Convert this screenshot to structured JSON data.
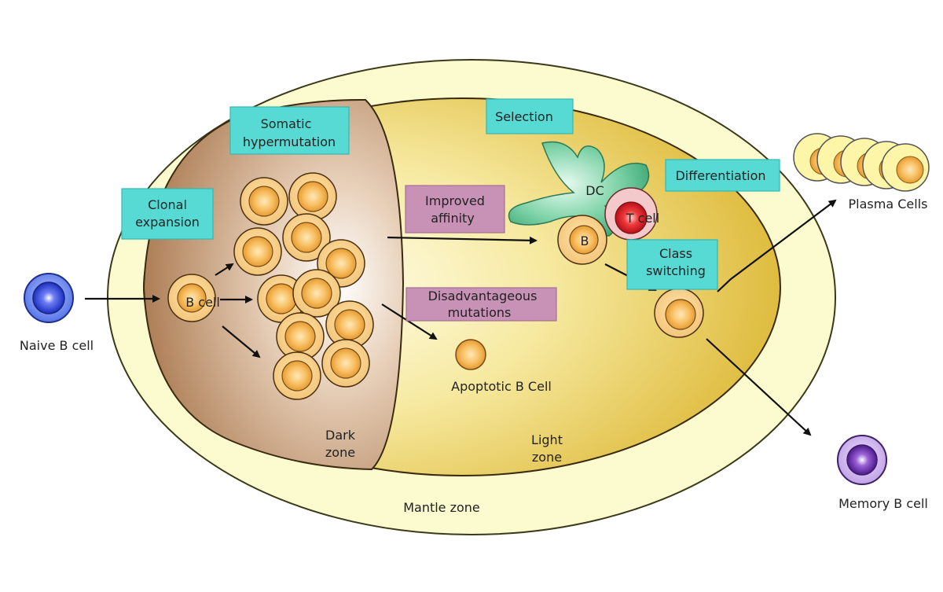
{
  "labels": {
    "naive_b_cell": "Naive B cell",
    "b_cell": "B cell",
    "dark_zone": [
      "Dark",
      "zone"
    ],
    "light_zone": [
      "Light",
      "zone"
    ],
    "mantle_zone": "Mantle zone",
    "apoptotic_b_cell": "Apoptotic B Cell",
    "plasma_cells": "Plasma Cells",
    "memory_b_cell": "Memory B cell",
    "dc": "DC",
    "t_cell": "T cell",
    "b": "B"
  },
  "boxes": {
    "clonal_expansion": [
      "Clonal",
      "expansion"
    ],
    "somatic_hypermutation": [
      "Somatic",
      "hypermutation"
    ],
    "selection": "Selection",
    "differentiation": "Differentiation",
    "class_switching": [
      "Class",
      "switching"
    ],
    "improved_affinity": [
      "Improved",
      "affinity"
    ],
    "disadvantageous_mutations": [
      "Disadvantageous",
      "mutations"
    ]
  },
  "colors": {
    "mantle": "#fbfbcf",
    "light_zone": "#e8c84a",
    "dark_zone": "#b8875e",
    "b_cell": "#f7b95b",
    "naive_cell": "#4f6fe6",
    "memory_cell": "#9b6fd0",
    "t_cell": "#e5232d",
    "dendritic": "#4fbf8a",
    "teal_box": "#57d9d4",
    "pink_box": "#c892b6"
  }
}
